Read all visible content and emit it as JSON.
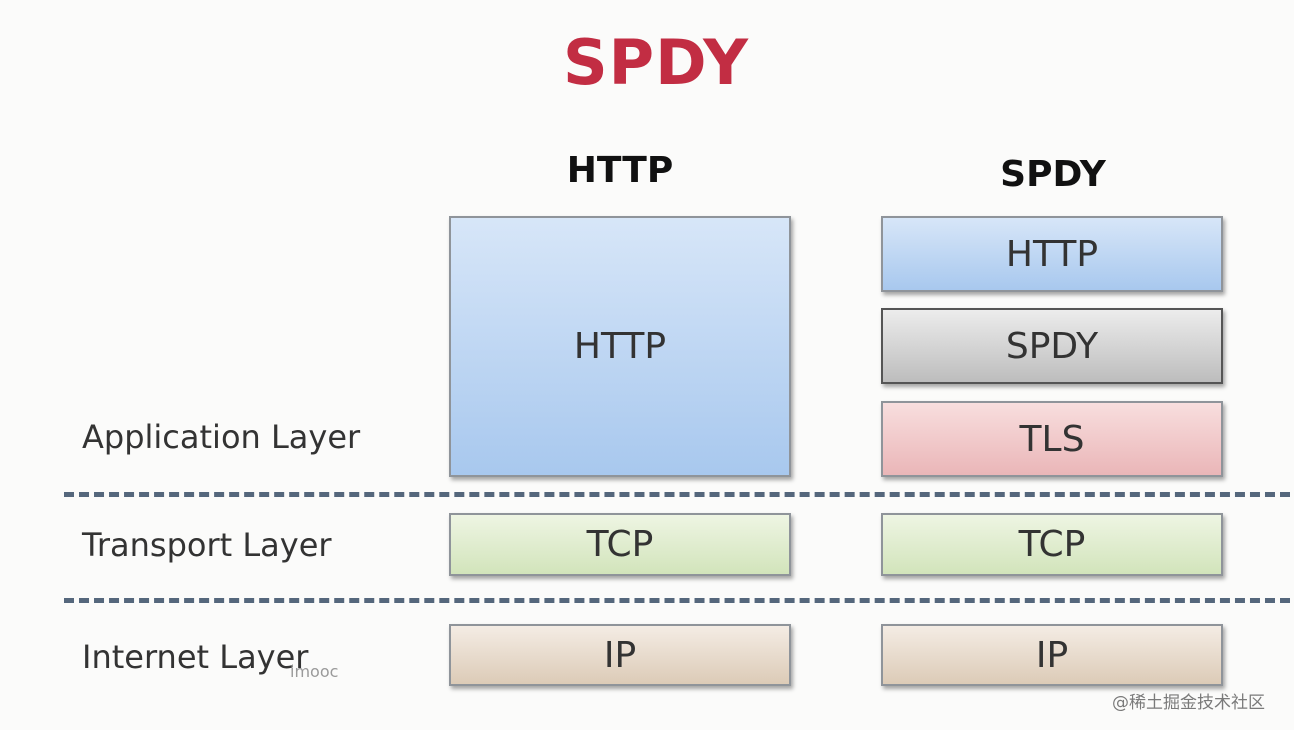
{
  "title": "SPDY",
  "columns": [
    {
      "heading": "HTTP"
    },
    {
      "heading": "SPDY"
    }
  ],
  "layers": {
    "application": "Application Layer",
    "transport": "Transport Layer",
    "internet": "Internet Layer"
  },
  "http_stack": {
    "application": "HTTP",
    "transport": "TCP",
    "internet": "IP"
  },
  "spdy_stack": {
    "http": "HTTP",
    "spdy": "SPDY",
    "tls": "TLS",
    "transport": "TCP",
    "internet": "IP"
  },
  "watermark": "imooc",
  "credit": "@稀土掘金技术社区",
  "colors": {
    "title": "#c22d43",
    "http_blue": "#a8c8ee",
    "spdy_gray": "#bdbdbd",
    "tls_pink": "#eab6b8",
    "tcp_green": "#d2e4bb",
    "ip_tan": "#dccbb7",
    "divider": "#55677c"
  }
}
